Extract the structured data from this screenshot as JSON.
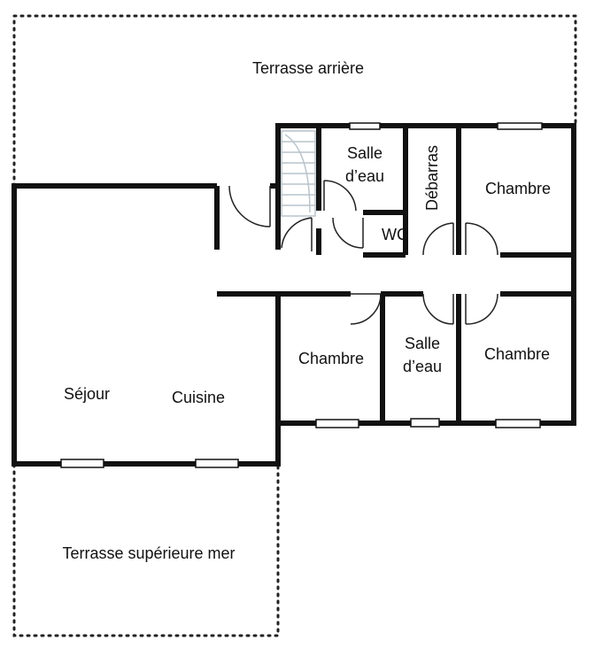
{
  "labels": {
    "terrasse_arriere": "Terrasse arrière",
    "salle_eau_1_line1": "Salle",
    "salle_eau_1_line2": "d’eau",
    "debarras": "Débarras",
    "chambre_top": "Chambre",
    "wc": "WC",
    "sejour": "Séjour",
    "cuisine": "Cuisine",
    "chambre_mid_left": "Chambre",
    "salle_eau_2_line1": "Salle",
    "salle_eau_2_line2": "d’eau",
    "chambre_mid_right": "Chambre",
    "terrasse_superieure": "Terrasse supérieure mer"
  },
  "colors": {
    "wall": "#111111",
    "window": "#ffffff",
    "stairs": "#b9c4cc",
    "text": "#111111"
  }
}
